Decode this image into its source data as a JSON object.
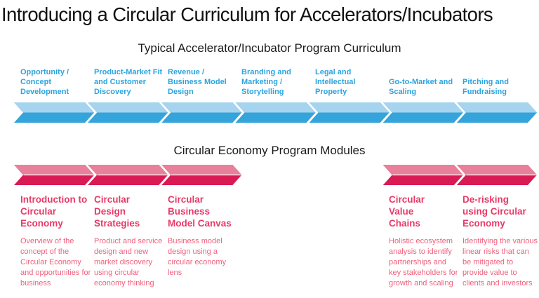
{
  "slide": {
    "title": "Introducing a Circular Curriculum for Accelerators/Incubators"
  },
  "typical_section": {
    "heading": "Typical Accelerator/Incubator Program Curriculum",
    "modules": [
      {
        "label": "Opportunity /\nConcept\nDevelopment"
      },
      {
        "label": "Product-Market Fit\nand Customer\nDiscovery"
      },
      {
        "label": "Revenue /\nBusiness Model\nDesign"
      },
      {
        "label": "Branding and\nMarketing /\nStorytelling"
      },
      {
        "label": "Legal and\nIntellectual\nProperty"
      },
      {
        "label": "Go-to-Market and\nScaling"
      },
      {
        "label": "Pitching and\nFundraising"
      }
    ]
  },
  "circular_section": {
    "heading": "Circular Economy Program Modules",
    "modules": [
      {
        "col": 0,
        "title": "Introduction to\nCircular\nEconomy",
        "description": "Overview of the\nconcept of the\nCircular Economy\nand opportunities for\nbusiness"
      },
      {
        "col": 1,
        "title": "Circular\nDesign\nStrategies",
        "description": "Product and service\ndesign and new\nmarket discovery\nusing circular\neconomy thinking"
      },
      {
        "col": 2,
        "title": "Circular\nBusiness\nModel Canvas",
        "description": "Business model\ndesign using a\ncircular economy\nlens"
      },
      {
        "col": 5,
        "title": "Circular\nValue\nChains",
        "description": "Holistic ecosystem\nanalysis to identify\npartnerships and\nkey stakeholders for\ngrowth and scaling"
      },
      {
        "col": 6,
        "title": "De-risking\nusing Circular\nEconomy",
        "description": "Identifying the various\nlinear risks that can\nbe mitigated to\nprovide value to\nclients and investors"
      }
    ]
  },
  "colors": {
    "background": "#FFFFFF",
    "title_text": "#111111",
    "heading_text": "#1B1B1B",
    "curriculum_label_text": "#2CA4DF",
    "chevron_blue_light": "#A6D3EE",
    "chevron_blue_dark": "#34A4DA",
    "module_title_text": "#E83A68",
    "module_description_text": "#F0607C",
    "chevron_pink_light": "#E8809C",
    "chevron_pink_dark": "#D81B54"
  }
}
